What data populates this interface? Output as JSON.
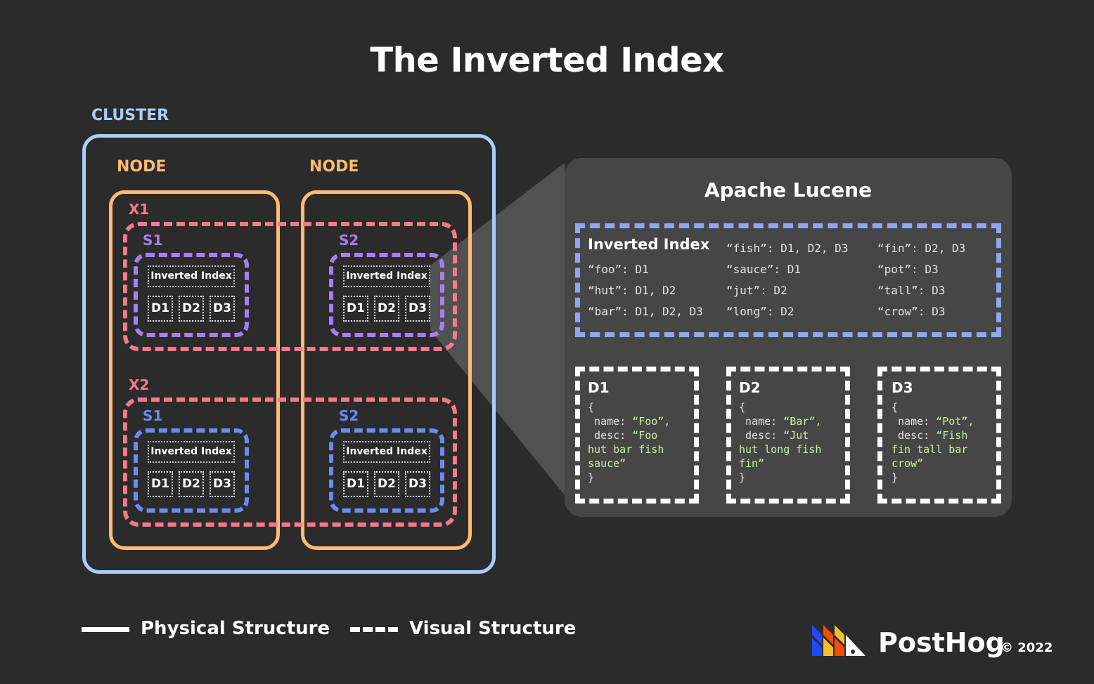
{
  "title": "The Inverted Index",
  "cluster": {
    "label": "CLUSTER",
    "nodes": [
      {
        "label": "NODE"
      },
      {
        "label": "NODE"
      }
    ],
    "indices": [
      {
        "label": "X1",
        "shards": [
          {
            "label": "S1",
            "inverted_index": "Inverted Index",
            "docs": [
              "D1",
              "D2",
              "D3"
            ]
          },
          {
            "label": "S2",
            "inverted_index": "Inverted Index",
            "docs": [
              "D1",
              "D2",
              "D3"
            ]
          }
        ]
      },
      {
        "label": "X2",
        "shards": [
          {
            "label": "S1",
            "inverted_index": "Inverted Index",
            "docs": [
              "D1",
              "D2",
              "D3"
            ]
          },
          {
            "label": "S2",
            "inverted_index": "Inverted Index",
            "docs": [
              "D1",
              "D2",
              "D3"
            ]
          }
        ]
      }
    ]
  },
  "lucene": {
    "title": "Apache Lucene",
    "inverted_index_title": "Inverted Index",
    "entries": [
      "“foo”: D1",
      "“hut”: D1, D2",
      "“bar”: D1, D2, D3",
      "“fish”: D1, D2, D3",
      "“sauce”: D1",
      "“jut”: D2",
      "“long”: D2",
      "“fin”: D2, D3",
      "“pot”: D3",
      "“tall”: D3",
      "“crow”: D3"
    ],
    "documents": [
      {
        "title": "D1",
        "open": "{",
        "name_key": " name: ",
        "name_val": "“Foo”,",
        "desc_key": " desc: ",
        "desc_val": "“Foo",
        "desc_l2": "hut bar fish",
        "desc_l3": "sauce”",
        "close": "}"
      },
      {
        "title": "D2",
        "open": "{",
        "name_key": " name: ",
        "name_val": "“Bar”,",
        "desc_key": " desc: ",
        "desc_val": "“Jut",
        "desc_l2": "hut long fish",
        "desc_l3": "fin”",
        "close": "}"
      },
      {
        "title": "D3",
        "open": "{",
        "name_key": " name: ",
        "name_val": "“Pot”,",
        "desc_key": " desc: ",
        "desc_val": "“Fish",
        "desc_l2": "fin tall bar",
        "desc_l3": "crow”",
        "close": "}"
      }
    ]
  },
  "legend": {
    "physical": "Physical  Structure",
    "visual": "Visual Structure"
  },
  "brand": {
    "name": "PostHog",
    "copyright": "© 2022"
  },
  "colors": {
    "background": "#2b2b2b",
    "cluster": "#a9cdf8",
    "node": "#fdbb74",
    "index": "#f47a8a",
    "shard_x1": "#a67ff0",
    "shard_x2": "#6b8bf2",
    "lucene_panel": "#464646",
    "lucene_index": "#8ea7f0",
    "doc_text": "#c6f3a3"
  }
}
